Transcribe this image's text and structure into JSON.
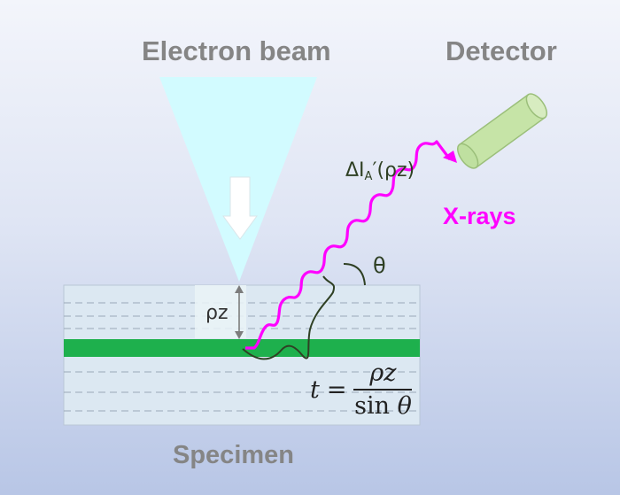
{
  "labels": {
    "electron_beam": "Electron beam",
    "detector": "Detector",
    "specimen": "Specimen",
    "x_rays": "X-rays",
    "theta": "θ",
    "depth": "ρz",
    "intensity_main": "ΔI",
    "intensity_sub": "A",
    "intensity_tail": "′(ρz)"
  },
  "formula": {
    "lhs": "t",
    "equals": "=",
    "numerator": "ρz",
    "denominator_func": "sin",
    "denominator_var": "θ"
  },
  "colors": {
    "beam": "#d2fbff",
    "detector": "#c6e4a7",
    "emitting_layer": "#1eb04d",
    "xray": "#ff00ff",
    "path": "#2f4024",
    "label_gray": "#858585"
  }
}
